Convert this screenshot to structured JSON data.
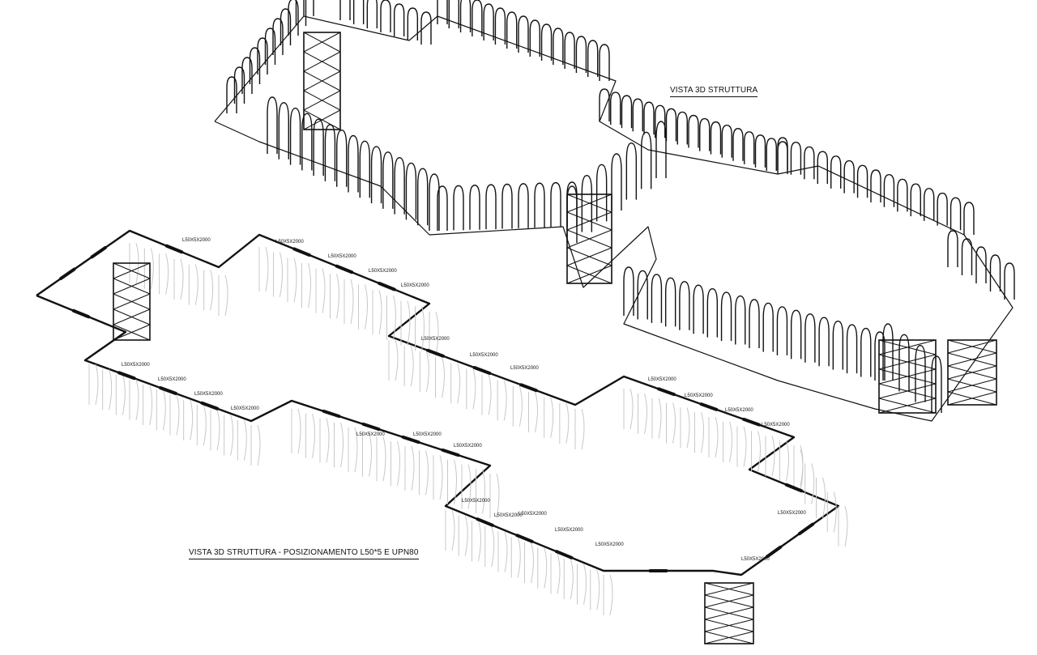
{
  "drawing": {
    "title_structure": "VISTA 3D STRUTTURA",
    "title_positioning": "VISTA 3D STRUTTURA - POSIZIONAMENTO L50*5 E UPN80",
    "profile_tag": "L50X5X2000",
    "colors": {
      "ink": "#111111",
      "light_ink": "#9a9a9a",
      "faint_ink": "#c8c8c8",
      "background": "#ffffff"
    }
  }
}
